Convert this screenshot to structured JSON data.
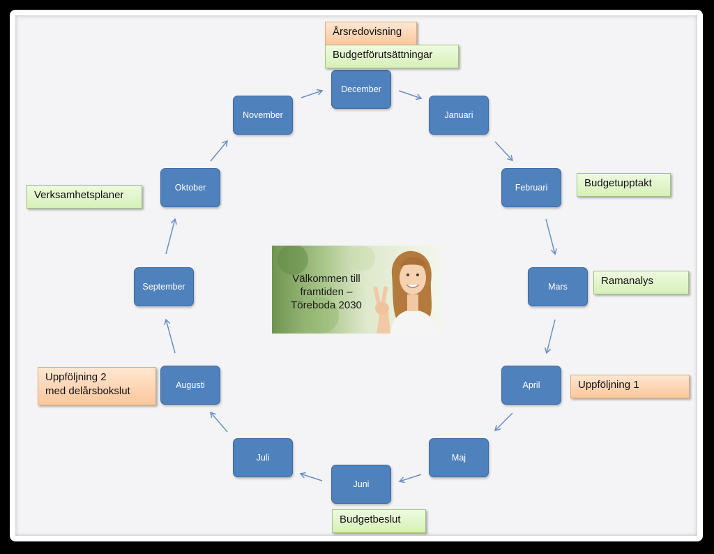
{
  "colors": {
    "month_box": "#4f81bd",
    "green_note": "#d6f0b8",
    "orange_note": "#fbc79c",
    "arrow": "#6a8fc4"
  },
  "months": {
    "december": "December",
    "januari": "Januari",
    "februari": "Februari",
    "mars": "Mars",
    "april": "April",
    "maj": "Maj",
    "juni": "Juni",
    "juli": "Juli",
    "augusti": "Augusti",
    "september": "September",
    "oktober": "Oktober",
    "november": "November"
  },
  "notes": {
    "arsredovisning": "Årsredovisning",
    "budgetforutsattningar": "Budgetförutsättningar",
    "budgetupptakt": "Budgetupptakt",
    "ramanalys": "Ramanalys",
    "uppfoljning1": "Uppföljning 1",
    "budgetbeslut": "Budgetbeslut",
    "uppfoljning2_line1": "Uppföljning 2",
    "uppfoljning2_line2": "med delårsbokslut",
    "verksamhetsplaner": "Verksamhetsplaner"
  },
  "center": {
    "line1": "Välkommen till",
    "line2": "framtiden –",
    "line3": "Töreboda 2030",
    "photo_icon": "smiling-girl-photo"
  }
}
